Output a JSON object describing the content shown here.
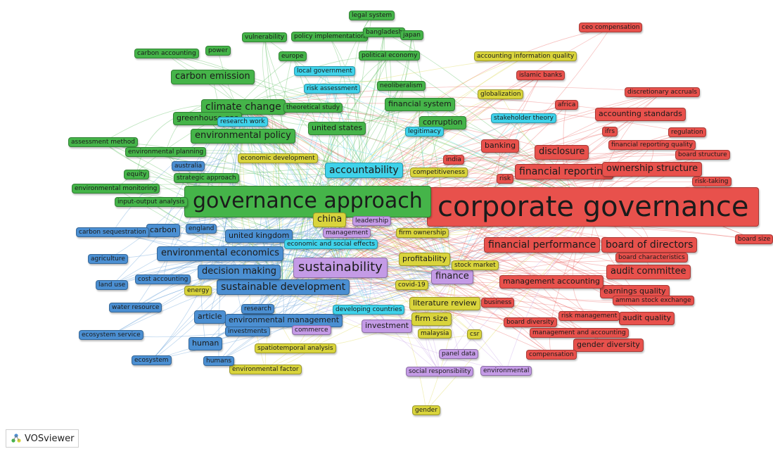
{
  "app": {
    "name": "VOSviewer"
  },
  "colors": {
    "red": "#e8514c",
    "green": "#45b449",
    "blue": "#4b8fd2",
    "yellow": "#d9d43c",
    "purple": "#c49be6",
    "cyan": "#3fd2ea"
  },
  "clusters": {
    "red": [
      "corporate governance",
      "financial performance",
      "board of directors",
      "financial reporting",
      "ownership structure",
      "disclosure",
      "audit committee",
      "ceo compensation",
      "islamic banks",
      "discretionary accruals",
      "accounting standards",
      "africa",
      "ifrs",
      "regulation",
      "financial reporting quality",
      "board structure",
      "banking",
      "india",
      "risk",
      "risk-taking",
      "board size",
      "board characteristics",
      "management accounting",
      "earnings quality",
      "amman stock exchange",
      "business",
      "audit quality",
      "risk management",
      "board diversity",
      "management and accounting",
      "gender diversity",
      "compensation"
    ],
    "green": [
      "governance approach",
      "climate change",
      "environmental policy",
      "carbon emission",
      "financial system",
      "united states",
      "greenhouse gas",
      "vulnerability",
      "policy implementation",
      "legal system",
      "bangladesh",
      "japan",
      "carbon accounting",
      "power",
      "europe",
      "political economy",
      "neoliberalism",
      "theoretical study",
      "corruption",
      "assessment method",
      "environmental planning",
      "equity",
      "strategic approach",
      "environmental monitoring",
      "input-output analysis"
    ],
    "blue": [
      "sustainable development",
      "decision making",
      "environmental economics",
      "united kingdom",
      "carbon",
      "england",
      "carbon sequestration",
      "agriculture",
      "cost accounting",
      "land use",
      "water resource",
      "article",
      "research",
      "environmental management",
      "ecosystem service",
      "investments",
      "human",
      "ecosystem",
      "humans",
      "australia"
    ],
    "yellow": [
      "china",
      "accounting information quality",
      "globalization",
      "economic development",
      "competitiveness",
      "firm ownership",
      "profitability",
      "stock market",
      "covid-19",
      "energy",
      "literature review",
      "firm size",
      "malaysia",
      "csr",
      "spatiotemporal analysis",
      "environmental factor",
      "gender"
    ],
    "purple": [
      "sustainability",
      "finance",
      "investment",
      "leadership",
      "management",
      "commerce",
      "panel data",
      "social responsibility",
      "environmental"
    ],
    "cyan": [
      "accountability",
      "local government",
      "risk assessment",
      "research work",
      "legitimacy",
      "stakeholder theory",
      "economic and social effects",
      "developing countries"
    ]
  },
  "labels": [
    {
      "text": "corporate governance",
      "cluster": "red",
      "weight": 10
    },
    {
      "text": "governance approach",
      "cluster": "green",
      "weight": 9
    },
    {
      "text": "sustainability",
      "cluster": "purple",
      "weight": 6
    },
    {
      "text": "accountability",
      "cluster": "cyan",
      "weight": 5
    },
    {
      "text": "sustainable development",
      "cluster": "blue",
      "weight": 5
    },
    {
      "text": "financial performance",
      "cluster": "red",
      "weight": 5
    },
    {
      "text": "board of directors",
      "cluster": "red",
      "weight": 5
    },
    {
      "text": "financial reporting",
      "cluster": "red",
      "weight": 5
    },
    {
      "text": "climate change",
      "cluster": "green",
      "weight": 5
    },
    {
      "text": "decision making",
      "cluster": "blue",
      "weight": 4
    },
    {
      "text": "environmental economics",
      "cluster": "blue",
      "weight": 4
    },
    {
      "text": "environmental policy",
      "cluster": "green",
      "weight": 4
    },
    {
      "text": "china",
      "cluster": "yellow",
      "weight": 4
    },
    {
      "text": "finance",
      "cluster": "purple",
      "weight": 4
    },
    {
      "text": "disclosure",
      "cluster": "red",
      "weight": 4
    },
    {
      "text": "ownership structure",
      "cluster": "red",
      "weight": 4
    },
    {
      "text": "audit committee",
      "cluster": "red",
      "weight": 4
    },
    {
      "text": "carbon emission",
      "cluster": "green",
      "weight": 4
    },
    {
      "text": "financial system",
      "cluster": "green",
      "weight": 3
    },
    {
      "text": "united states",
      "cluster": "green",
      "weight": 3
    },
    {
      "text": "article",
      "cluster": "blue",
      "weight": 3
    },
    {
      "text": "human",
      "cluster": "blue",
      "weight": 3
    },
    {
      "text": "investment",
      "cluster": "purple",
      "weight": 3
    },
    {
      "text": "united kingdom",
      "cluster": "blue",
      "weight": 3
    },
    {
      "text": "carbon",
      "cluster": "blue",
      "weight": 3
    },
    {
      "text": "literature review",
      "cluster": "yellow",
      "weight": 3
    },
    {
      "text": "corruption",
      "cluster": "green",
      "weight": 3
    },
    {
      "text": "greenhouse gas",
      "cluster": "green",
      "weight": 3
    },
    {
      "text": "banking",
      "cluster": "red",
      "weight": 3
    },
    {
      "text": "audit quality",
      "cluster": "red",
      "weight": 3
    },
    {
      "text": "gender diversity",
      "cluster": "red",
      "weight": 3
    },
    {
      "text": "accounting standards",
      "cluster": "red",
      "weight": 3
    },
    {
      "text": "earnings quality",
      "cluster": "red",
      "weight": 3
    },
    {
      "text": "firm size",
      "cluster": "yellow",
      "weight": 3
    },
    {
      "text": "profitability",
      "cluster": "yellow",
      "weight": 3
    },
    {
      "text": "environmental management",
      "cluster": "blue",
      "weight": 3
    },
    {
      "text": "management accounting",
      "cluster": "red",
      "weight": 3
    },
    {
      "text": "covid-19",
      "cluster": "yellow",
      "weight": 2
    },
    {
      "text": "malaysia",
      "cluster": "yellow",
      "weight": 2
    },
    {
      "text": "ifrs",
      "cluster": "red",
      "weight": 2
    },
    {
      "text": "regulation",
      "cluster": "red",
      "weight": 2
    },
    {
      "text": "islamic banks",
      "cluster": "red",
      "weight": 2
    },
    {
      "text": "ceo compensation",
      "cluster": "red",
      "weight": 2
    },
    {
      "text": "discretionary accruals",
      "cluster": "red",
      "weight": 2
    },
    {
      "text": "financial reporting quality",
      "cluster": "red",
      "weight": 2
    },
    {
      "text": "board structure",
      "cluster": "red",
      "weight": 2
    },
    {
      "text": "africa",
      "cluster": "red",
      "weight": 2
    },
    {
      "text": "india",
      "cluster": "red",
      "weight": 2
    },
    {
      "text": "risk",
      "cluster": "red",
      "weight": 2
    },
    {
      "text": "risk-taking",
      "cluster": "red",
      "weight": 2
    },
    {
      "text": "board size",
      "cluster": "red",
      "weight": 2
    },
    {
      "text": "board characteristics",
      "cluster": "red",
      "weight": 2
    },
    {
      "text": "amman stock exchange",
      "cluster": "red",
      "weight": 2
    },
    {
      "text": "business",
      "cluster": "red",
      "weight": 2
    },
    {
      "text": "risk management",
      "cluster": "red",
      "weight": 2
    },
    {
      "text": "board diversity",
      "cluster": "red",
      "weight": 2
    },
    {
      "text": "management and accounting",
      "cluster": "red",
      "weight": 2
    },
    {
      "text": "compensation",
      "cluster": "red",
      "weight": 2
    },
    {
      "text": "vulnerability",
      "cluster": "green",
      "weight": 2
    },
    {
      "text": "policy implementation",
      "cluster": "green",
      "weight": 2
    },
    {
      "text": "legal system",
      "cluster": "green",
      "weight": 2
    },
    {
      "text": "bangladesh",
      "cluster": "green",
      "weight": 2
    },
    {
      "text": "japan",
      "cluster": "green",
      "weight": 2
    },
    {
      "text": "carbon accounting",
      "cluster": "green",
      "weight": 2
    },
    {
      "text": "power",
      "cluster": "green",
      "weight": 2
    },
    {
      "text": "europe",
      "cluster": "green",
      "weight": 2
    },
    {
      "text": "political economy",
      "cluster": "green",
      "weight": 2
    },
    {
      "text": "neoliberalism",
      "cluster": "green",
      "weight": 2
    },
    {
      "text": "theoretical study",
      "cluster": "green",
      "weight": 2
    },
    {
      "text": "assessment method",
      "cluster": "green",
      "weight": 2
    },
    {
      "text": "environmental planning",
      "cluster": "green",
      "weight": 2
    },
    {
      "text": "equity",
      "cluster": "green",
      "weight": 2
    },
    {
      "text": "strategic approach",
      "cluster": "green",
      "weight": 2
    },
    {
      "text": "environmental monitoring",
      "cluster": "green",
      "weight": 2
    },
    {
      "text": "input-output analysis",
      "cluster": "green",
      "weight": 2
    },
    {
      "text": "local government",
      "cluster": "cyan",
      "weight": 2
    },
    {
      "text": "risk assessment",
      "cluster": "cyan",
      "weight": 2
    },
    {
      "text": "research work",
      "cluster": "cyan",
      "weight": 2
    },
    {
      "text": "legitimacy",
      "cluster": "cyan",
      "weight": 2
    },
    {
      "text": "stakeholder theory",
      "cluster": "cyan",
      "weight": 2
    },
    {
      "text": "economic and social effects",
      "cluster": "cyan",
      "weight": 2
    },
    {
      "text": "developing countries",
      "cluster": "cyan",
      "weight": 2
    },
    {
      "text": "accounting information quality",
      "cluster": "yellow",
      "weight": 2
    },
    {
      "text": "globalization",
      "cluster": "yellow",
      "weight": 2
    },
    {
      "text": "economic development",
      "cluster": "yellow",
      "weight": 2
    },
    {
      "text": "competitiveness",
      "cluster": "yellow",
      "weight": 2
    },
    {
      "text": "firm ownership",
      "cluster": "yellow",
      "weight": 2
    },
    {
      "text": "stock market",
      "cluster": "yellow",
      "weight": 2
    },
    {
      "text": "energy",
      "cluster": "yellow",
      "weight": 2
    },
    {
      "text": "csr",
      "cluster": "yellow",
      "weight": 2
    },
    {
      "text": "spatiotemporal analysis",
      "cluster": "yellow",
      "weight": 2
    },
    {
      "text": "environmental factor",
      "cluster": "yellow",
      "weight": 2
    },
    {
      "text": "gender",
      "cluster": "yellow",
      "weight": 2
    },
    {
      "text": "leadership",
      "cluster": "purple",
      "weight": 2
    },
    {
      "text": "management",
      "cluster": "purple",
      "weight": 2
    },
    {
      "text": "commerce",
      "cluster": "purple",
      "weight": 2
    },
    {
      "text": "panel data",
      "cluster": "purple",
      "weight": 2
    },
    {
      "text": "social responsibility",
      "cluster": "purple",
      "weight": 2
    },
    {
      "text": "environmental",
      "cluster": "purple",
      "weight": 2
    },
    {
      "text": "england",
      "cluster": "blue",
      "weight": 2
    },
    {
      "text": "carbon sequestration",
      "cluster": "blue",
      "weight": 2
    },
    {
      "text": "agriculture",
      "cluster": "blue",
      "weight": 2
    },
    {
      "text": "cost accounting",
      "cluster": "blue",
      "weight": 2
    },
    {
      "text": "land use",
      "cluster": "blue",
      "weight": 2
    },
    {
      "text": "water resource",
      "cluster": "blue",
      "weight": 2
    },
    {
      "text": "research",
      "cluster": "blue",
      "weight": 2
    },
    {
      "text": "ecosystem service",
      "cluster": "blue",
      "weight": 2
    },
    {
      "text": "investments",
      "cluster": "blue",
      "weight": 2
    },
    {
      "text": "ecosystem",
      "cluster": "blue",
      "weight": 2
    },
    {
      "text": "humans",
      "cluster": "blue",
      "weight": 2
    },
    {
      "text": "australia",
      "cluster": "blue",
      "weight": 2
    }
  ]
}
